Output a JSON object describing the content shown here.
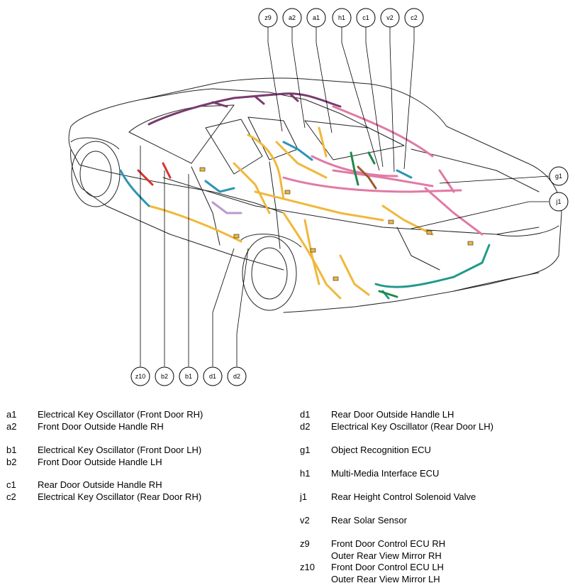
{
  "callouts": {
    "z9": "z9",
    "a2": "a2",
    "a1": "a1",
    "h1": "h1",
    "c1": "c1",
    "v2": "v2",
    "c2": "c2",
    "g1": "g1",
    "j1": "j1",
    "z10": "z10",
    "b2": "b2",
    "b1": "b1",
    "d1": "d1",
    "d2": "d2"
  },
  "colors": {
    "yellow_harness": "#f0b83a",
    "pink_harness": "#e07aa5",
    "purple_harness": "#7a3a6e",
    "blue_harness": "#2d95b5",
    "teal_harness": "#1f9a8a",
    "green_harness": "#1e8a4a",
    "red_harness": "#d8312b",
    "brown_harness": "#9b5a2a",
    "lavender_harness": "#b99ad0"
  },
  "legend": {
    "a1": {
      "code": "a1",
      "lines": [
        "Electrical Key Oscillator (Front Door RH)"
      ]
    },
    "a2": {
      "code": "a2",
      "lines": [
        "Front Door Outside Handle RH"
      ]
    },
    "b1": {
      "code": "b1",
      "lines": [
        "Electrical Key Oscillator (Front Door LH)"
      ]
    },
    "b2": {
      "code": "b2",
      "lines": [
        "Front Door Outside Handle LH"
      ]
    },
    "c1": {
      "code": "c1",
      "lines": [
        "Rear Door Outside Handle RH"
      ]
    },
    "c2": {
      "code": "c2",
      "lines": [
        "Electrical Key Oscillator (Rear Door RH)"
      ]
    },
    "d1": {
      "code": "d1",
      "lines": [
        "Rear Door Outside Handle LH"
      ]
    },
    "d2": {
      "code": "d2",
      "lines": [
        "Electrical Key Oscillator (Rear Door LH)"
      ]
    },
    "g1": {
      "code": "g1",
      "lines": [
        "Object Recognition ECU"
      ]
    },
    "h1": {
      "code": "h1",
      "lines": [
        "Multi-Media Interface ECU"
      ]
    },
    "j1": {
      "code": "j1",
      "lines": [
        "Rear Height Control Solenoid Valve"
      ]
    },
    "v2": {
      "code": "v2",
      "lines": [
        "Rear Solar Sensor"
      ]
    },
    "z9": {
      "code": "z9",
      "lines": [
        "Front Door Control ECU RH",
        "Outer Rear View Mirror RH"
      ]
    },
    "z10": {
      "code": "z10",
      "lines": [
        "Front Door Control ECU LH",
        "Outer Rear View Mirror LH"
      ]
    }
  }
}
